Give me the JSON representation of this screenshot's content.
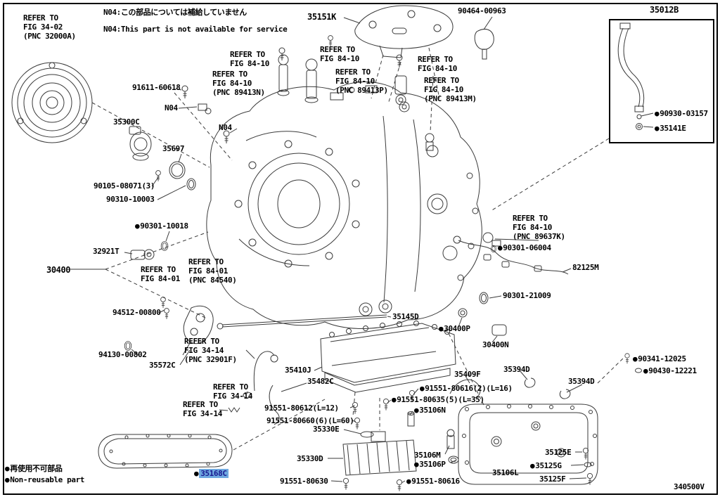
{
  "doc": {
    "number": "340500V"
  },
  "marks": {
    "dot": "●"
  },
  "legend": {
    "jp": "再使用不可部品",
    "en": "Non-reusable part"
  },
  "notes": {
    "n04_jp": "N04:この部品については補給していません",
    "n04_en": "N04:This part is not available for service"
  },
  "refs": {
    "fig34_02": "REFER TO\nFIG 34-02\n(PNC 32000A)",
    "fig84_10_a": "REFER TO\nFIG 84-10",
    "fig84_10_b": "REFER TO\nFIG 84-10",
    "fig84_10_n": "REFER TO\nFIG 84-10\n(PNC 89413N)",
    "fig84_10_p": "REFER TO\nFIG 84-10\n(PNC 89413P)",
    "fig84_10_e": "REFER TO\nFIG 84-10",
    "fig84_10_m": "REFER TO\nFIG 84-10\n(PNC 89413M)",
    "fig84_01_a": "REFER TO\nFIG 84-01",
    "fig84_01_b": "REFER TO\nFIG 84-01\n(PNC 84540)",
    "fig34_14_a": "REFER TO\nFIG 34-14\n(PNC 32901F)",
    "fig34_14_b": "REFER TO\nFIG 34-14",
    "fig34_14_c": "REFER TO\nFIG 34-14",
    "fig84_10_k": "REFER TO\nFIG 84-10\n(PNC 89637K)"
  },
  "parts": {
    "p35151K": "35151K",
    "p90464_00963": "90464-00963",
    "p35012B": "35012B",
    "p90930_03157": "90930-03157",
    "p35141E": "35141E",
    "p91611_60618": "91611-60618",
    "n04": "N04",
    "p35300C": "35300C",
    "p35697": "35697",
    "p90105_08071": "90105-08071(3)",
    "p90310_10003": "90310-10003",
    "p90301_10018": "90301-10018",
    "p32921T": "32921T",
    "p30400": "30400",
    "p94512_00800": "94512-00800",
    "p94130_00802": "94130-00802",
    "p35572C": "35572C",
    "p90301_06004": "90301-06004",
    "p82125M": "82125M",
    "p90301_21009": "90301-21009",
    "p35145D": "35145D",
    "p30400P": "30400P",
    "p30400N": "30400N",
    "p35410J": "35410J",
    "p35482C": "35482C",
    "p35409F": "35409F",
    "p35394D": "35394D",
    "p91551_80616_2": "91551-80616(2)(L=16)",
    "p91551_80635_5": "91551-80635(5)(L=35)",
    "p35106N": "35106N",
    "p91551_80612": "91551-80612(L=12)",
    "p91551_80660_6": "91551-80660(6)(L=60)",
    "p35330E": "35330E",
    "p35330D": "35330D",
    "p90341_12025": "90341-12025",
    "p90430_12221": "90430-12221",
    "p35125E": "35125E",
    "p35125G": "35125G",
    "p35125F": "35125F",
    "p35106M": "35106M",
    "p35106P": "35106P",
    "p35106L": "35106L",
    "p91551_80630": "91551-80630",
    "p91551_80616": "91551-80616",
    "p35168C": "35168C"
  },
  "colors": {
    "highlight_bg": "#6fa8e0",
    "highlight_text": "#18188f",
    "line": "#3a3a3a"
  }
}
